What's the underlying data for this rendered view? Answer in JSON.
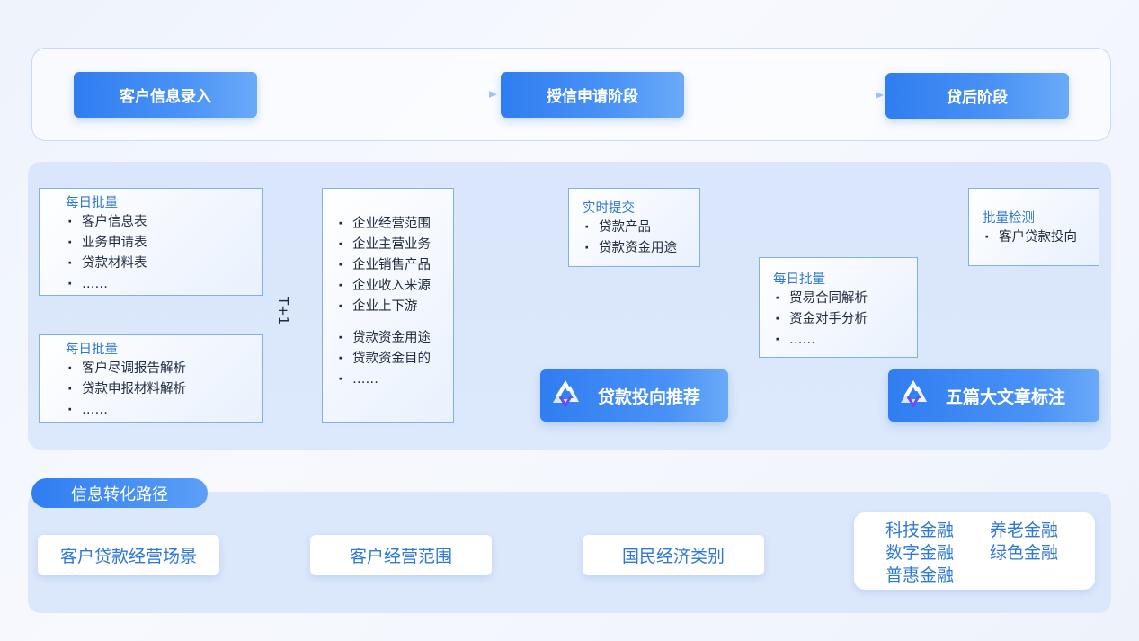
{
  "stages": [
    "客户信息录入",
    "授信申请阶段",
    "贷后阶段"
  ],
  "box_daily1": {
    "title": "每日批量",
    "items": [
      "客户信息表",
      "业务申请表",
      "贷款材料表",
      "……"
    ]
  },
  "box_daily2": {
    "title": "每日批量",
    "items": [
      "客户尽调报告解析",
      "贷款申报材料解析",
      "……"
    ]
  },
  "t_plus_one": "T+1",
  "box_enterprise": {
    "group1": [
      "企业经营范围",
      "企业主营业务",
      "企业销售产品",
      "企业收入来源",
      "企业上下游"
    ],
    "group2": [
      "贷款资金用途",
      "贷款资金目的",
      "……"
    ]
  },
  "box_realtime": {
    "title": "实时提交",
    "items": [
      "贷款产品",
      "贷款资金用途"
    ]
  },
  "box_batch_detect": {
    "title": "批量检测",
    "items": [
      "客户贷款投向"
    ]
  },
  "box_daily3": {
    "title": "每日批量",
    "items": [
      "贸易合同解析",
      "资金对手分析",
      "……"
    ]
  },
  "ai_recommend": "贷款投向推荐",
  "ai_label": "五篇大文章标注",
  "path_title": "信息转化路径",
  "path_steps": [
    "客户贷款经营场景",
    "客户经营范围",
    "国民经济类别"
  ],
  "finance_types": [
    "科技金融",
    "养老金融",
    "数字金融",
    "绿色金融",
    "普惠金融"
  ],
  "colors": {
    "accent": "#2f7df0",
    "line": "#3a86e0",
    "text_blue": "#2f78d6"
  },
  "icons": [
    "ai-logo-icon",
    "arrow-right-icon",
    "chevron-arrow-icon"
  ]
}
